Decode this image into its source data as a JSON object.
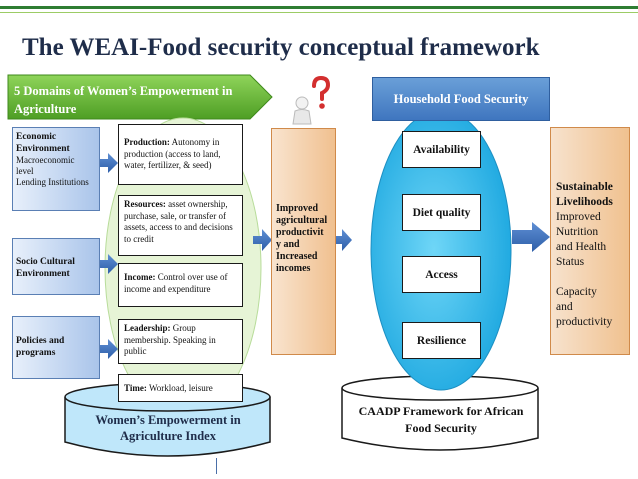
{
  "title": "The WEAI-Food security conceptual framework",
  "banner": {
    "line1": "5 Domains of Women’s Empowerment in",
    "line2": "Agriculture"
  },
  "household_food_security": "Household Food Security",
  "context": [
    {
      "title": "Economic Environment",
      "lines": [
        "Macroeconomic",
        "level",
        "Lending Institutions"
      ]
    },
    {
      "title": "Socio Cultural Environment",
      "lines": []
    },
    {
      "title": "Policies and programs",
      "lines": []
    }
  ],
  "domains": [
    {
      "label": "Production:",
      "text": "Autonomy in production (access to land, water, fertilizer, & seed)"
    },
    {
      "label": "Resources:",
      "text": "asset ownership, purchase, sale, or transfer of assets, access to and decisions to credit"
    },
    {
      "label": "Income:",
      "text": "Control over use of income and expenditure"
    },
    {
      "label": "Leadership:",
      "text": "Group membership. Speaking in public"
    },
    {
      "label": "Time:",
      "text": "Workload, leisure"
    }
  ],
  "weai_index": {
    "line1": "Women’s Empowerment in",
    "line2": "Agriculture  Index"
  },
  "improved": [
    "Improved",
    "agricultural",
    "productivit",
    "y and",
    "Increased",
    "incomes"
  ],
  "food_security": [
    "Availability",
    "Diet quality",
    "Access",
    "Resilience"
  ],
  "caadp": {
    "line1": "CAADP Framework for African",
    "line2": "Food Security"
  },
  "outcomes": {
    "title": [
      "Sustainable",
      "Livelihoods"
    ],
    "items": [
      "Improved",
      "Nutrition",
      "and Health",
      "Status",
      "",
      "Capacity",
      "and",
      "productivity"
    ]
  },
  "colors": {
    "banner_green": "#6cbf3a",
    "hfs_blue": "#4a80c8",
    "arrow_blue": "#3f6fb8",
    "ellipse_cyan": "#39c0f0",
    "ellipse_green": "#e4f3d4"
  },
  "icons": [
    "question-person-icon"
  ]
}
